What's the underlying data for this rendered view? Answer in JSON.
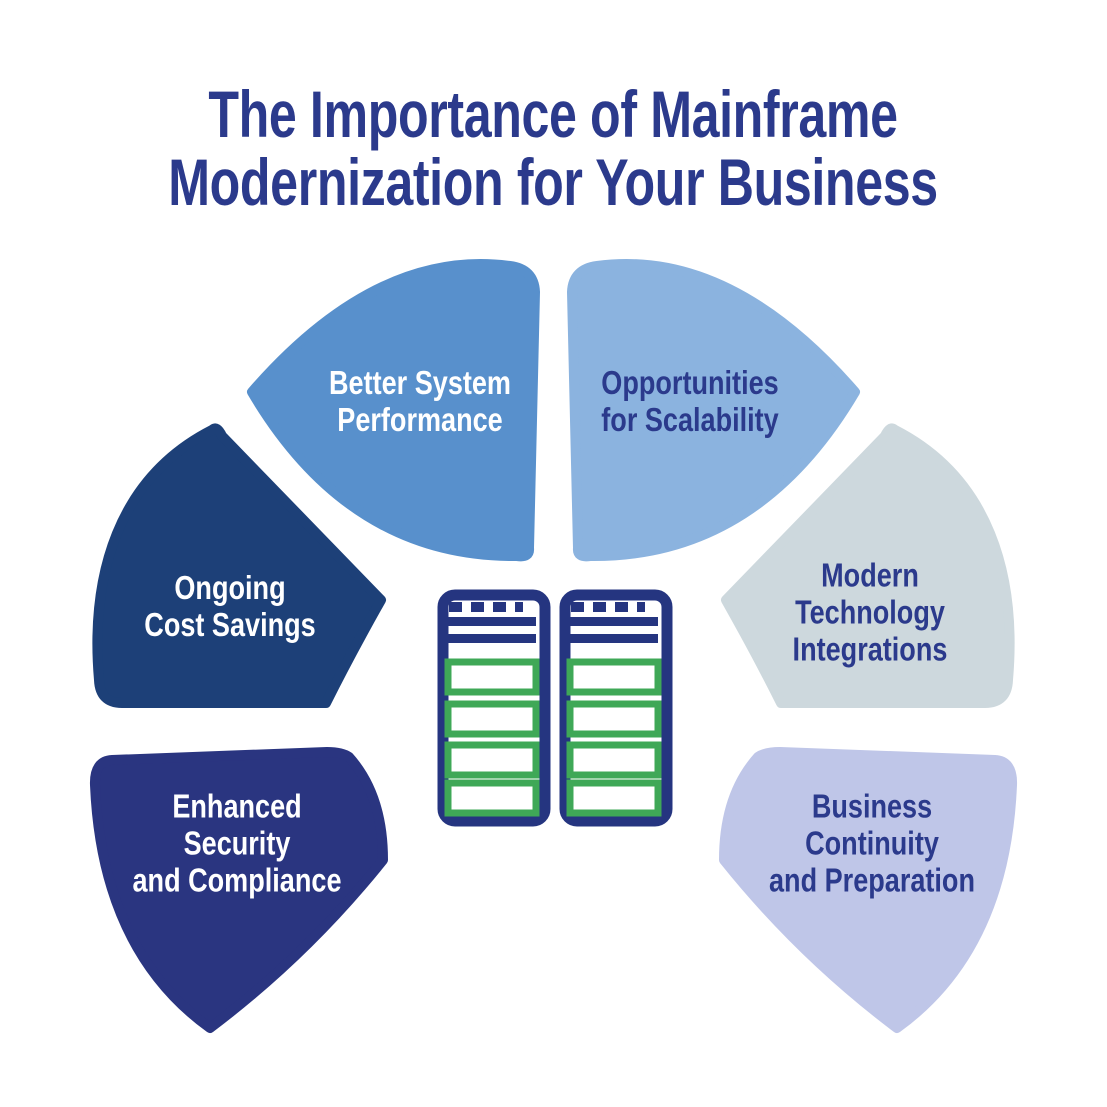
{
  "title": {
    "text": "The Importance of Mainframe\nModernization for Your Business",
    "color": "#2B3A8C"
  },
  "segments": [
    {
      "id": "better-system-performance",
      "label": "Better System\nPerformance",
      "color": "#5890CC",
      "text_color": "#FFFFFF"
    },
    {
      "id": "opportunities-for-scalability",
      "label": "Opportunities\nfor Scalability",
      "color": "#8BB3DF",
      "text_color": "#2B3A8C"
    },
    {
      "id": "modern-technology-integrations",
      "label": "Modern\nTechnology\nIntegrations",
      "color": "#CDD8DD",
      "text_color": "#2B3A8C"
    },
    {
      "id": "business-continuity-and-preparation",
      "label": "Business\nContinuity\nand Preparation",
      "color": "#BFC6E8",
      "text_color": "#2B3A8C"
    },
    {
      "id": "enhanced-security-and-compliance",
      "label": "Enhanced\nSecurity\nand Compliance",
      "color": "#2A3580",
      "text_color": "#FFFFFF"
    },
    {
      "id": "ongoing-cost-savings",
      "label": "Ongoing\nCost Savings",
      "color": "#1D4078",
      "text_color": "#FFFFFF"
    }
  ],
  "icon": {
    "name": "server-racks-icon",
    "frame_color": "#253580",
    "slot_color": "#3FA857"
  },
  "background_color": "#FFFFFF"
}
